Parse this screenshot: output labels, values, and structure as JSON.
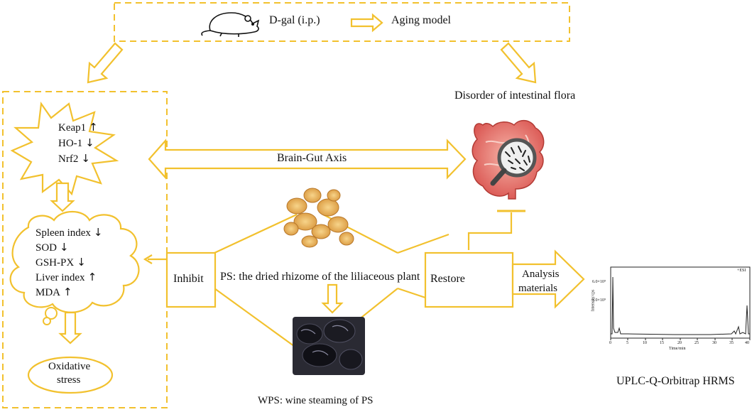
{
  "colors": {
    "accent": "#F2C12E",
    "text": "#111111"
  },
  "top": {
    "treatment": "D-gal (i.p.)",
    "model": "Aging model",
    "mouse_icon": "mouse-icon"
  },
  "right": {
    "disorder": "Disorder of intestinal flora",
    "intestine_icon": "intestine-icon"
  },
  "axis": {
    "label": "Brain-Gut Axis"
  },
  "burst": {
    "items": [
      {
        "name": "Keap1",
        "arrow": "↑"
      },
      {
        "name": "HO-1",
        "arrow": "↓"
      },
      {
        "name": "Nrf2",
        "arrow": "↓"
      }
    ]
  },
  "cloud": {
    "items": [
      {
        "name": "Spleen index",
        "arrow": "↓"
      },
      {
        "name": "SOD",
        "arrow": "↓"
      },
      {
        "name": "GSH-PX",
        "arrow": "↓"
      },
      {
        "name": "Liver index",
        "arrow": "↑"
      },
      {
        "name": "MDA",
        "arrow": "↑"
      }
    ]
  },
  "stress": {
    "line1": "Oxidative",
    "line2": "stress"
  },
  "center": {
    "inhibit": "Inhibit",
    "restore": "Restore",
    "ps": "PS: the dried rhizome of the liliaceous plant",
    "wps": "WPS: wine steaming of PS",
    "rhizome_icon": "rhizome-photo",
    "wps_icon": "steamed-rhizome-photo"
  },
  "analysis": {
    "line1": "Analysis",
    "line2": "materials"
  },
  "chromatogram": {
    "title": "UPLC-Q-Orbitrap  HRMS",
    "ion_mode": "+ESI",
    "ylabel": "Intensity/cps",
    "xlabel": "Time/min",
    "y_ticks": [
      "6.0×10⁹",
      "3.0×10⁹"
    ],
    "x_ticks": [
      "0",
      "5",
      "10",
      "15",
      "20",
      "25",
      "30",
      "35",
      "40"
    ]
  }
}
